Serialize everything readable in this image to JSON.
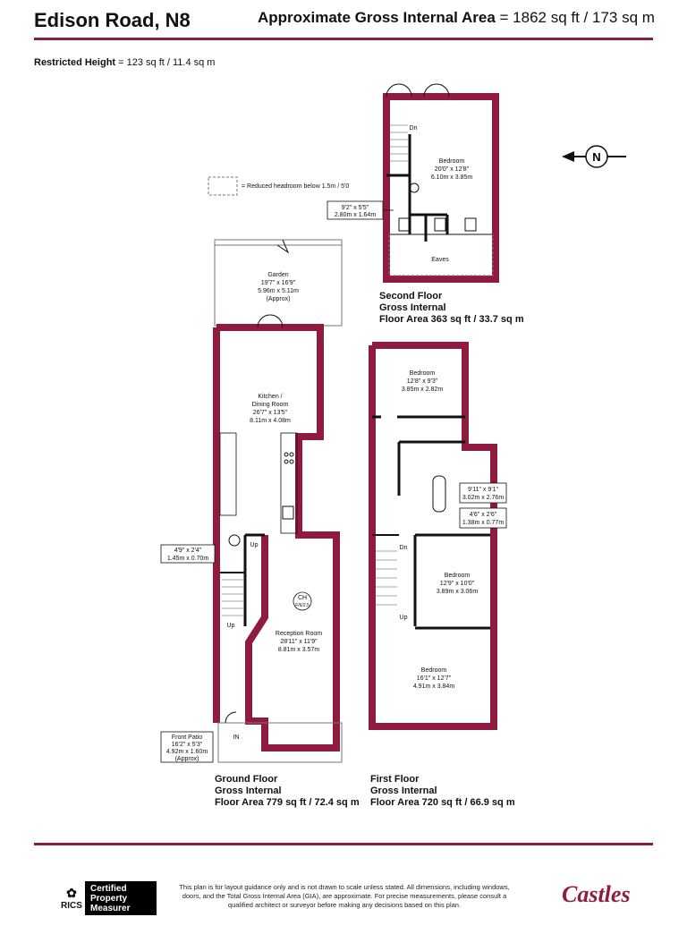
{
  "header": {
    "title": "Edison Road, N8",
    "gia_label": "Approximate Gross Internal Area",
    "gia_value": " = 1862 sq ft / 173 sq m",
    "restricted_label": "Restricted Height",
    "restricted_value": " = 123 sq ft / 11.4 sq m"
  },
  "legend": {
    "reduced_headroom": "= Reduced headroom below 1.5m / 5'0"
  },
  "compass": {
    "letter": "N"
  },
  "rooms": {
    "garden": [
      "Garden",
      "19'7\" x 16'9\"",
      "5.96m x 5.11m",
      "(Approx)"
    ],
    "kitchen": [
      "Kitchen /",
      "Dining Room",
      "26'7\" x 13'5\"",
      "8.11m x 4.08m"
    ],
    "reception": [
      "Reception Room",
      "28'11\" x 11'9\"",
      "8.81m x 3.57m"
    ],
    "small_room_gf": [
      "4'9\" x 2'4\"",
      "1.45m x 0.70m"
    ],
    "front_patio": [
      "Front Patio",
      "16'2\" x 5'3\"",
      "4.92m x 1.60m",
      "(Approx)"
    ],
    "bedroom_sf": [
      "Bedroom",
      "20'0\" x 12'8\"",
      "6.10m x 3.85m"
    ],
    "bath_sf": [
      "9'2\" x 5'5\"",
      "2.80m x 1.64m"
    ],
    "eaves": "Eaves",
    "bedroom_ff_top": [
      "Bedroom",
      "12'8\" x 9'3\"",
      "3.85m x 2.82m"
    ],
    "bath_ff": [
      "9'11\" x 9'1\"",
      "3.02m x 2.76m"
    ],
    "wc_ff": [
      "4'6\" x 2'6\"",
      "1.38m x 0.77m"
    ],
    "bedroom_ff_mid": [
      "Bedroom",
      "12'9\" x 10'0\"",
      "3.89m x 3.06m"
    ],
    "bedroom_ff_front": [
      "Bedroom",
      "16'1\" x 12'7\"",
      "4.91m x 3.84m"
    ]
  },
  "markers": {
    "dn": "Dn",
    "up": "Up",
    "in": "IN",
    "ch": "CH",
    "ch_sub": "F/6/2.5"
  },
  "floors": {
    "ground": [
      "Ground Floor",
      "Gross Internal",
      "Floor Area 779 sq ft / 72.4 sq m"
    ],
    "first": [
      "First Floor",
      "Gross Internal",
      "Floor Area 720 sq ft / 66.9 sq m"
    ],
    "second": [
      "Second Floor",
      "Gross Internal",
      "Floor Area 363 sq ft / 33.7 sq m"
    ]
  },
  "footer": {
    "rics": "RICS",
    "cert": [
      "Certified",
      "Property",
      "Measurer"
    ],
    "disclaimer": "This plan is for layout guidance only and is not drawn to scale unless stated. All dimensions, including windows, doors, and the Total Gross Internal Area (GIA), are approximate. For precise measurements, please consult a qualified architect or surveyor before making any decisions based on this plan.",
    "brand": "Castles"
  },
  "colors": {
    "wall": "#8f1c3f",
    "rule": "#8f1c3f",
    "line": "#111111"
  }
}
